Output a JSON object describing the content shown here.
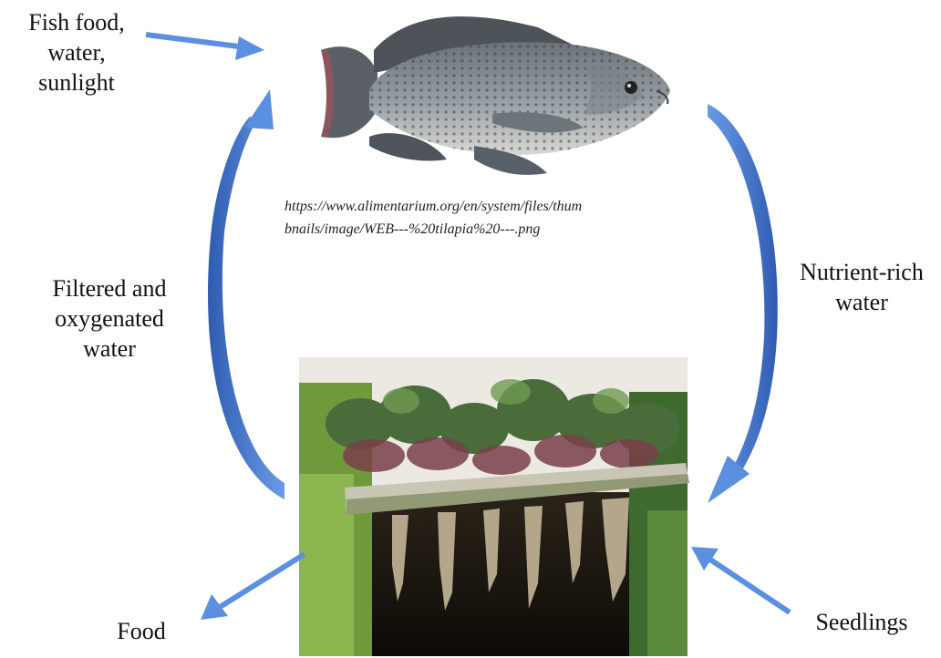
{
  "labels": {
    "fish_inputs": [
      "Fish food,",
      "water,",
      "sunlight"
    ],
    "filtered_water": [
      "Filtered and",
      "oxygenated",
      "water"
    ],
    "nutrient_water": [
      "Nutrient-rich",
      "water"
    ],
    "food": "Food",
    "seedlings": "Seedlings"
  },
  "fish_image_caption": [
    "https://www.alimentarium.org/en/system/files/thum",
    "bnails/image/WEB---%20tilapia%20---.png"
  ],
  "images": {
    "fish": "tilapia-fish-photo",
    "plants": "lettuce-raft-roots-photo"
  },
  "colors": {
    "arrow_light": "#5b8fe0",
    "arrow_dark": "#2e5bb0"
  }
}
